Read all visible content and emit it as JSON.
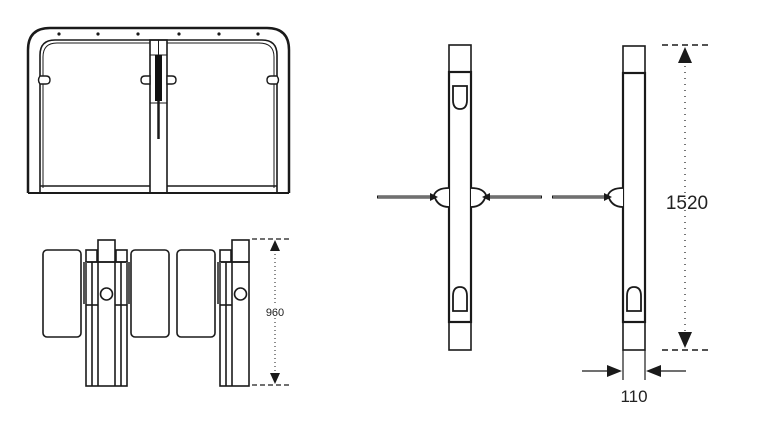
{
  "diagram": {
    "subject": "swing gate turnstile technical drawing",
    "views": [
      {
        "id": "front-view",
        "label": "Front view with arch frame"
      },
      {
        "id": "top-view",
        "label": "Top view with flap wings"
      },
      {
        "id": "side-view-center",
        "label": "Side view center post with arms both sides"
      },
      {
        "id": "side-view-end",
        "label": "Side view end post with single arm"
      }
    ],
    "dimensions": {
      "top_view_length": "960",
      "side_view_height": "1520",
      "post_width": "110"
    },
    "colors": {
      "line": "#1a1a1a",
      "fill_dark": "#111111",
      "background": "#ffffff",
      "text": "#222222"
    }
  }
}
